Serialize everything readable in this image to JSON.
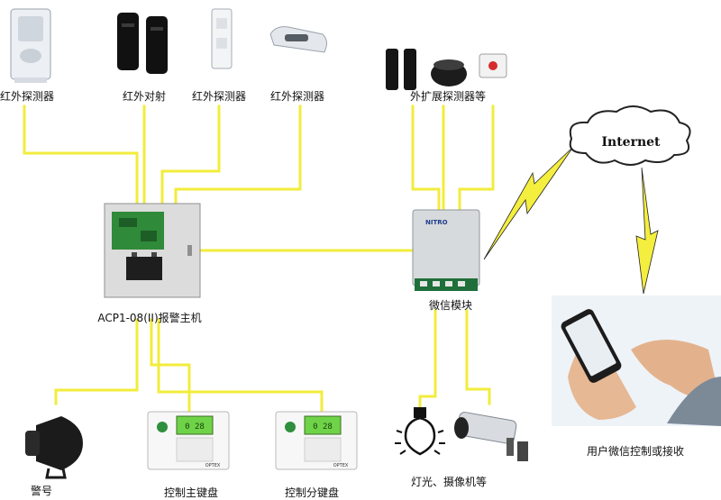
{
  "devices": {
    "ir_detector_1": "红外探测器",
    "ir_beam": "红外对射",
    "ir_detector_2": "红外探测器",
    "ir_detector_3": "红外探测器",
    "extension_detectors": "外扩展探测器等"
  },
  "controller": {
    "label": "ACP1-08(II)报警主机"
  },
  "wechat_module": {
    "label": "微信模块",
    "brand": "NITRO"
  },
  "cloud": {
    "label": "Internet"
  },
  "phone": {
    "label": "用户微信控制或接收"
  },
  "outputs": {
    "siren": "警号",
    "main_keypad": "控制主键盘",
    "sub_keypad": "控制分键盘",
    "light_camera": "灯光、摄像机等"
  },
  "keypad": {
    "brand": "OPTEX"
  },
  "colors": {
    "wire": "#f2ec3c",
    "lightning": "#f4ee3e",
    "panel": "#dcdcdc",
    "pcb": "#2f8a3a"
  }
}
